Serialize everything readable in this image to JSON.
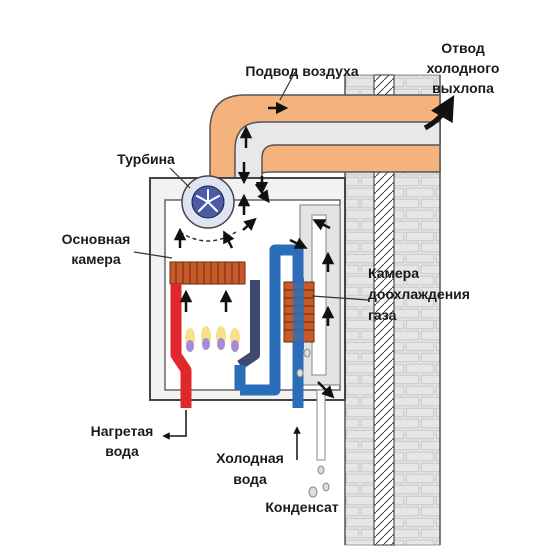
{
  "labels": {
    "air_intake": "Подвод воздуха",
    "exhaust_line1": "Отвод",
    "exhaust_line2": "холодного",
    "exhaust_line3": "выхлопа",
    "turbine": "Турбина",
    "main_chamber_line1": "Основная",
    "main_chamber_line2": "камера",
    "recool_chamber_line1": "Камера",
    "recool_chamber_line2": "доохлаждения",
    "recool_chamber_line3": "газа",
    "heated_water_line1": "Нагретая",
    "heated_water_line2": "вода",
    "cold_water_line1": "Холодная",
    "cold_water_line2": "вода",
    "condensate": "Конденсат"
  },
  "colors": {
    "air_duct": "#f4b37c",
    "exhaust_duct": "#e8e8e8",
    "hot_water": "#e0282c",
    "cold_water": "#2a6db8",
    "mixed_water": "#3b4a6e",
    "heat_exchanger": "#c85a2a",
    "turbine": "#4a5aa8",
    "wall_brick": "#dcdcdc",
    "casing": "#f0f0f0"
  },
  "icons": {
    "turbine": "fan-icon",
    "flame": "flame-icon",
    "flow_arrow": "arrow-icon"
  }
}
